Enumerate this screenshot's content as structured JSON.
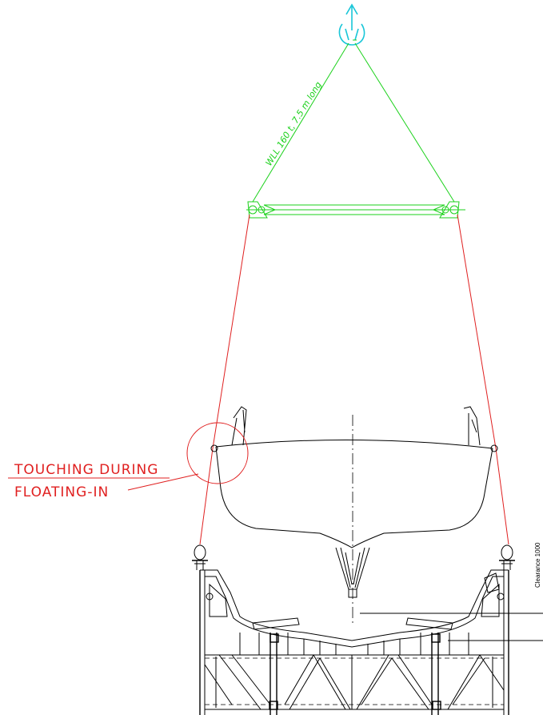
{
  "sling_label": "WLL 160 t, 7.5 m long",
  "note": {
    "line1": "TOUCHING DURING",
    "line2": "FLOATING-IN"
  },
  "clearance_label": "Clearance 1000",
  "colors": {
    "sling": "#1bd11b",
    "rigging": "#e02020",
    "hook": "#19c6d8",
    "structure": "#000000"
  }
}
